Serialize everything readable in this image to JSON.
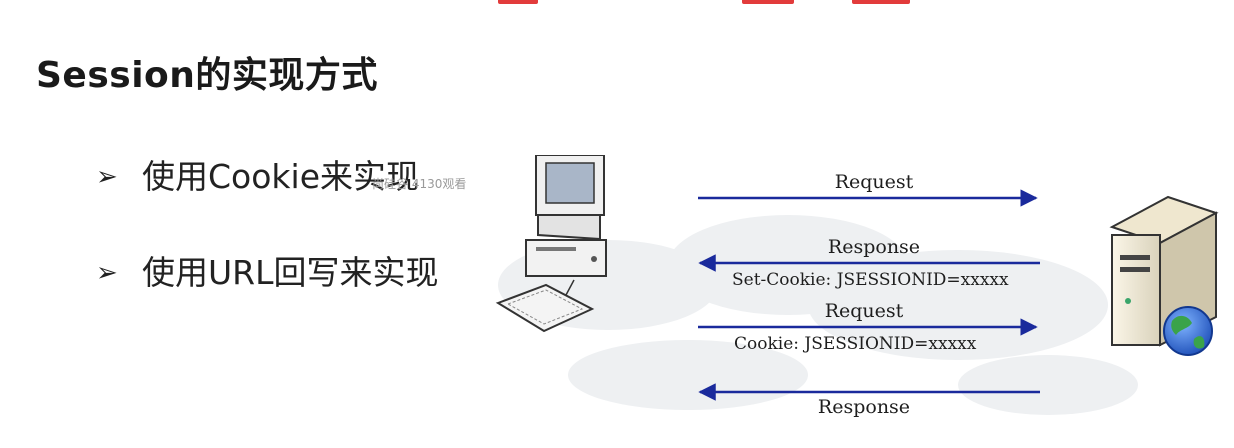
{
  "title": "Session的实现方式",
  "bullets": [
    {
      "marker": "➢",
      "text": "使用Cookie来实现"
    },
    {
      "marker": "➢",
      "text": "使用URL回写来实现"
    }
  ],
  "watermark": "尚硅谷 4130观看",
  "diagram": {
    "client_icon": "desktop-computer-icon",
    "server_icon": "server-globe-icon",
    "arrow_color": "#1a2a9c",
    "messages": [
      {
        "label": "Request",
        "direction": "to-server"
      },
      {
        "label": "Response",
        "detail": "Set-Cookie: JSESSIONID=xxxxx",
        "direction": "to-client"
      },
      {
        "label": "Request",
        "detail": "Cookie: JSESSIONID=xxxxx",
        "direction": "to-server"
      },
      {
        "label": "Response",
        "direction": "to-client"
      }
    ]
  }
}
